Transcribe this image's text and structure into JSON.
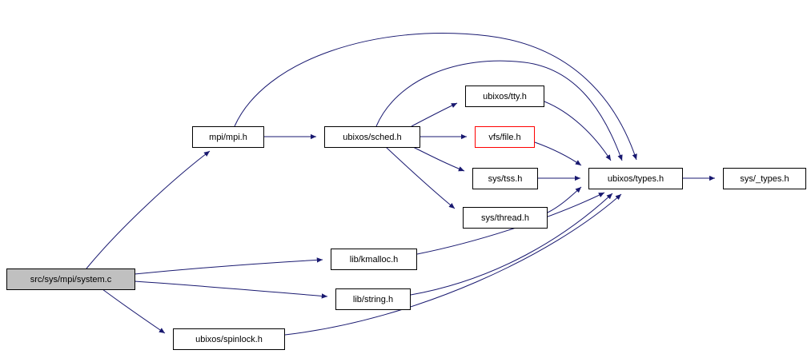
{
  "diagram": {
    "type": "include-dependency-graph",
    "colors": {
      "background": "#ffffff",
      "edge": "#191970",
      "node_border": "#000000",
      "root_fill": "#c0c0c0",
      "highlight_border": "#ff0000",
      "text": "#000000"
    },
    "nodes": [
      {
        "id": "system_c",
        "label": "src/sys/mpi/system.c",
        "variant": "root"
      },
      {
        "id": "mpi",
        "label": "mpi/mpi.h",
        "variant": "normal"
      },
      {
        "id": "sched",
        "label": "ubixos/sched.h",
        "variant": "normal"
      },
      {
        "id": "tty",
        "label": "ubixos/tty.h",
        "variant": "normal"
      },
      {
        "id": "file",
        "label": "vfs/file.h",
        "variant": "red"
      },
      {
        "id": "tss",
        "label": "sys/tss.h",
        "variant": "normal"
      },
      {
        "id": "thread",
        "label": "sys/thread.h",
        "variant": "normal"
      },
      {
        "id": "types",
        "label": "ubixos/types.h",
        "variant": "normal"
      },
      {
        "id": "_types",
        "label": "sys/_types.h",
        "variant": "normal"
      },
      {
        "id": "kmalloc",
        "label": "lib/kmalloc.h",
        "variant": "normal"
      },
      {
        "id": "string",
        "label": "lib/string.h",
        "variant": "normal"
      },
      {
        "id": "spinlock",
        "label": "ubixos/spinlock.h",
        "variant": "normal"
      }
    ],
    "edges": [
      {
        "from": "system_c",
        "to": "mpi"
      },
      {
        "from": "system_c",
        "to": "kmalloc"
      },
      {
        "from": "system_c",
        "to": "string"
      },
      {
        "from": "system_c",
        "to": "spinlock"
      },
      {
        "from": "mpi",
        "to": "sched"
      },
      {
        "from": "mpi",
        "to": "types"
      },
      {
        "from": "sched",
        "to": "tty"
      },
      {
        "from": "sched",
        "to": "file"
      },
      {
        "from": "sched",
        "to": "tss"
      },
      {
        "from": "sched",
        "to": "thread"
      },
      {
        "from": "sched",
        "to": "types"
      },
      {
        "from": "tty",
        "to": "types"
      },
      {
        "from": "file",
        "to": "types"
      },
      {
        "from": "tss",
        "to": "types"
      },
      {
        "from": "thread",
        "to": "types"
      },
      {
        "from": "types",
        "to": "_types"
      },
      {
        "from": "kmalloc",
        "to": "types"
      },
      {
        "from": "string",
        "to": "types"
      },
      {
        "from": "spinlock",
        "to": "types"
      }
    ]
  }
}
